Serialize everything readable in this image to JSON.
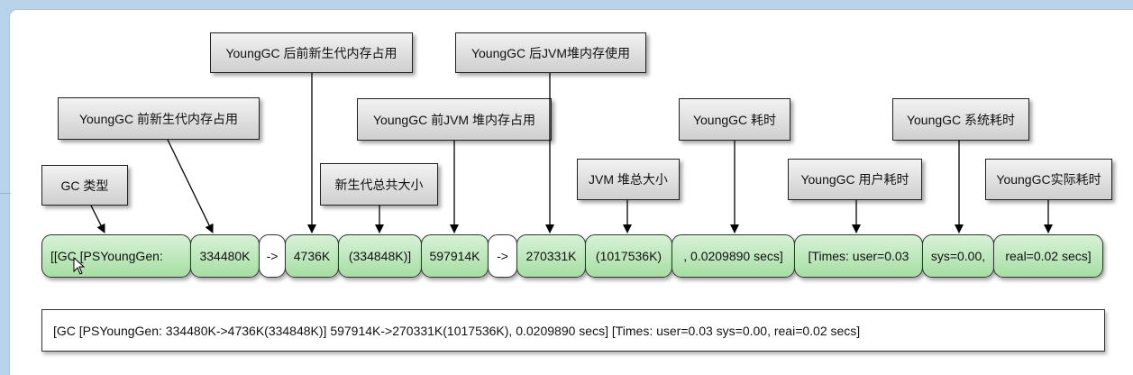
{
  "labels": {
    "gc_type": "GC 类型",
    "young_before_new": "YoungGC 前新生代内存占用",
    "young_after_new": "YoungGC 后前新生代内存占用",
    "new_total": "新生代总共大小",
    "young_before_jvm": "YoungGC 前JVM 堆内存占用",
    "young_after_jvm": "YoungGC 后JVM堆内存使用",
    "jvm_heap_total": "JVM 堆总大小",
    "young_time": "YoungGC 耗时",
    "young_user_time": "YoungGC 用户耗时",
    "young_sys_time": "YoungGC 系统耗时",
    "young_real_time": "YoungGC实际耗时"
  },
  "segments": {
    "gc_ps": "[[GC [PSYoungGen:",
    "young_before": "334480K",
    "arrow1": "->",
    "young_after": "4736K",
    "young_total": "(334848K)]",
    "heap_before": "597914K",
    "arrow2": "->",
    "heap_after": "270331K",
    "heap_total": "(1017536K)",
    "duration": ", 0.0209890 secs]",
    "times_user": "[Times: user=0.03",
    "sys": "sys=0.00,",
    "real": "real=0.02 secs]"
  },
  "summary": "[GC [PSYoungGen: 334480K->4736K(334848K)] 597914K->270331K(1017536K), 0.0209890 secs] [Times: user=0.03 sys=0.00, reai=0.02 secs]"
}
